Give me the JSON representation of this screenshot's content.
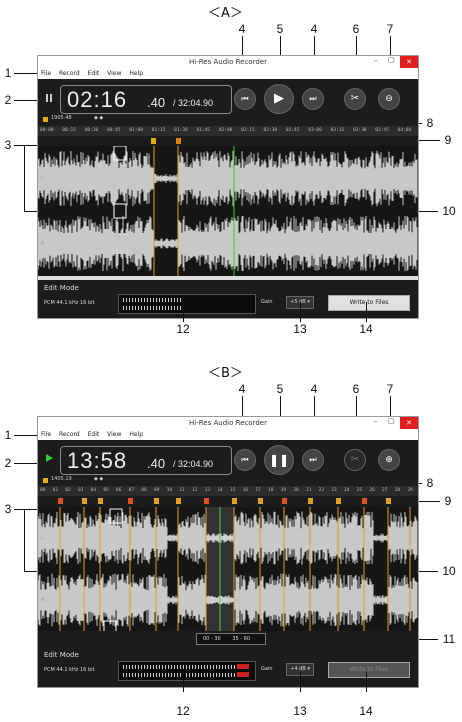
{
  "panels": [
    {
      "id": "A",
      "header": "＜A＞",
      "title": "Hi-Res Audio Recorder",
      "menu": [
        "File",
        "Record",
        "Edit",
        "View",
        "Help"
      ],
      "time_main": "02:16",
      "time_frac": ".40",
      "time_total": "/ 32:04.90",
      "rec_info": "1905.48",
      "ruler_ticks": [
        "00:00",
        "00:15",
        "00:30",
        "00:45",
        "01:00",
        "01:15",
        "01:30",
        "01:45",
        "02:00",
        "02:15",
        "02:30",
        "02:45",
        "03:00",
        "03:15",
        "03:30",
        "03:45",
        "04:00"
      ],
      "edit_mode": "Edit Mode",
      "format": "PCM  44.1 kHz  16 bit",
      "gain_label": "Gain",
      "gain_value": "+5 dB",
      "write_button": "Write to Files",
      "callouts": {
        "c1": "1",
        "c2": "2",
        "c3": "3",
        "c4a": "4",
        "c5": "5",
        "c4b": "4",
        "c6": "6",
        "c7": "7",
        "c8": "8",
        "c9": "9",
        "c10": "10",
        "c12": "12",
        "c13": "13",
        "c14": "14"
      }
    },
    {
      "id": "B",
      "header": "＜B＞",
      "title": "Hi-Res Audio Recorder",
      "menu": [
        "File",
        "Record",
        "Edit",
        "View",
        "Help"
      ],
      "time_main": "13:58",
      "time_frac": ".40",
      "time_total": "/ 32:04.90",
      "rec_info": "1405.19",
      "ruler_ticks": [
        "00",
        "01",
        "02",
        "03",
        "04",
        "05",
        "06",
        "07",
        "08",
        "09",
        "10",
        "11",
        "12",
        "13",
        "14",
        "15",
        "16",
        "17",
        "18",
        "19",
        "20",
        "21",
        "22",
        "23",
        "24",
        "25",
        "26",
        "27",
        "28",
        "29"
      ],
      "range_left": "00 - 30",
      "range_right": "35 - 60",
      "edit_mode": "Edit Mode",
      "format": "PCM  44.1 kHz  16 bit",
      "gain_label": "Gain",
      "gain_value": "+4 dB",
      "write_button": "Write to Files",
      "callouts": {
        "c1": "1",
        "c2": "2",
        "c3": "3",
        "c4a": "4",
        "c5": "5",
        "c4b": "4",
        "c6": "6",
        "c7": "7",
        "c8": "8",
        "c9": "9",
        "c10": "10",
        "c11": "11",
        "c12": "12",
        "c13": "13",
        "c14": "14"
      }
    }
  ]
}
